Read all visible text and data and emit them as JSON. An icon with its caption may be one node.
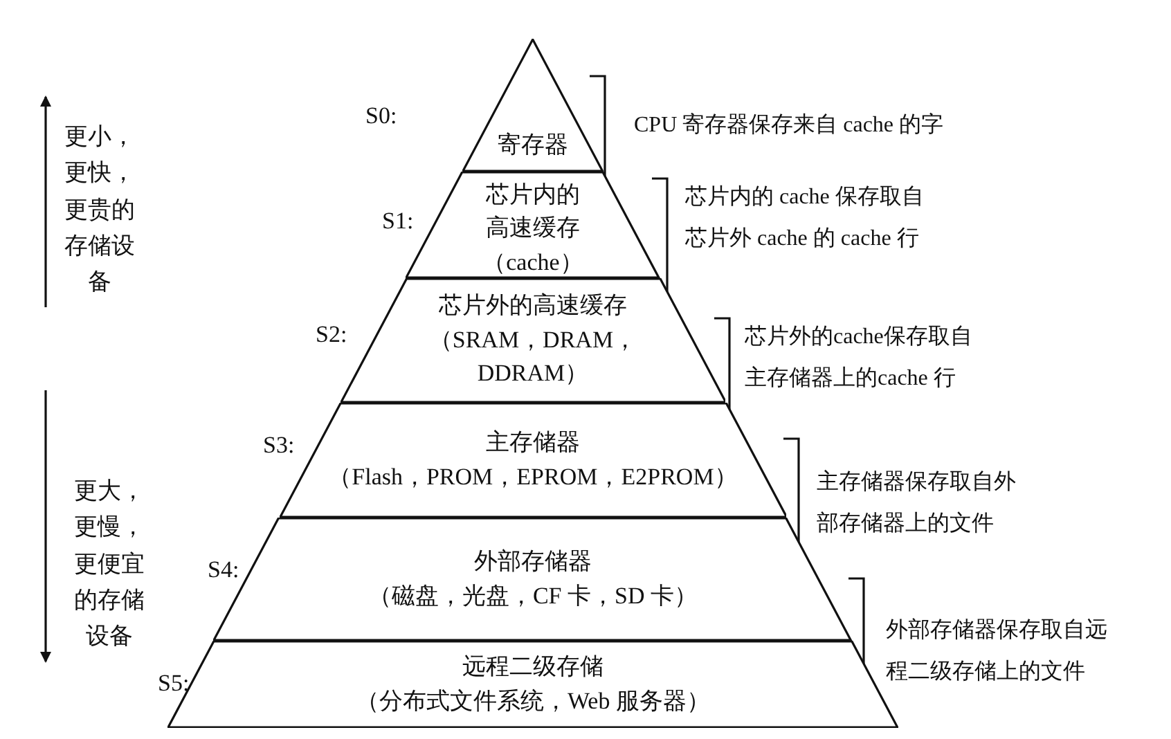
{
  "diagram": {
    "nodes": [
      {
        "text": [
          "寄存器"
        ],
        "beside": [
          "S0:"
        ]
      },
      {
        "text": [
          "芯片内的高速缓存",
          "（cache）"
        ],
        "beside": [
          "S1:"
        ]
      },
      {
        "text": [
          "芯片外的高速缓存",
          "（SRAM，DRAM，DDRAM）"
        ],
        "beside": [
          "S2:"
        ]
      },
      {
        "text": [
          "主存储器",
          "（Flash，PROM，EPROM，E2PROM）"
        ],
        "beside": [
          "S3:"
        ]
      },
      {
        "text": [
          "外部存储器",
          "（磁盘，光盘，CF 卡，SD 卡）"
        ],
        "beside": [
          "S4:"
        ]
      },
      {
        "text": [
          "远程二级存储",
          "（分布式文件系统，Web 服务器）"
        ],
        "beside": [
          "S5:"
        ]
      }
    ],
    "labels": [
      "更小，更快，更贵的存储设备",
      "更大，更慢，更便宜的存储设备",
      "CPU 寄存器保存来自 cache 的字",
      "芯片内的 cache 保存取自芯片外 cache 的 cache 行",
      "芯片外的cache保存取自主存储器上的cache 行",
      "主存储器保存取自外部存储器上的文件",
      "外部存储器保存取自远程二级存储上的文件"
    ]
  }
}
